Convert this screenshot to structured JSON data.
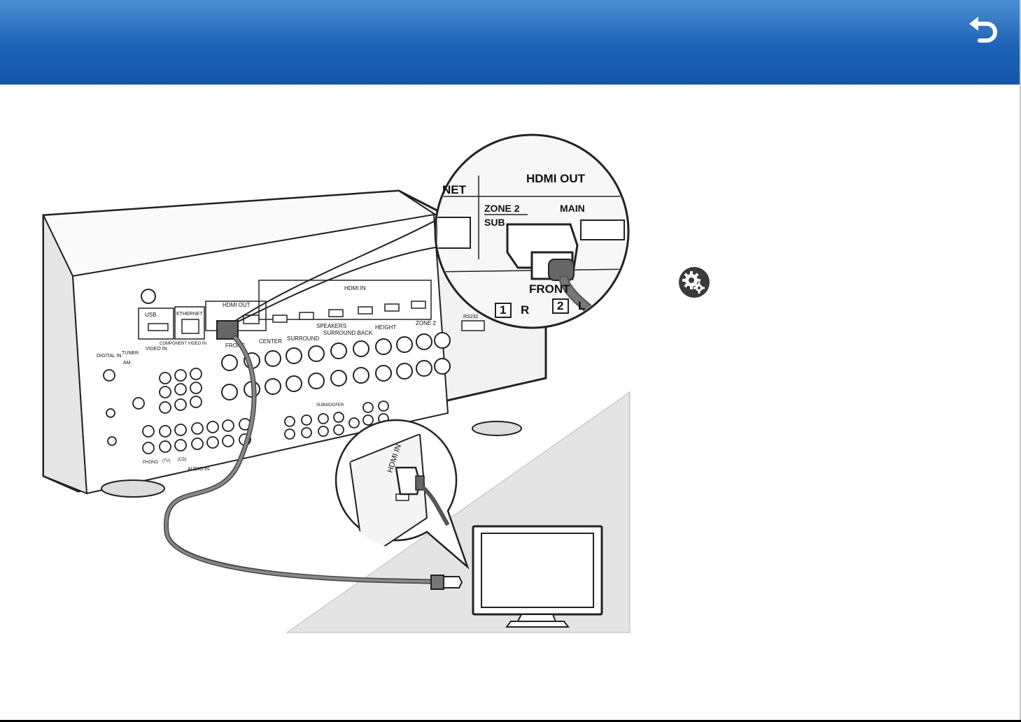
{
  "header": {
    "color": "#1d62b6",
    "back_icon": "back-arrow-icon"
  },
  "diagram": {
    "rear_panel_labels": {
      "usb": "USB",
      "ethernet": "ETHERNET",
      "hdmi_out": "HDMI OUT",
      "hdmi_in": "HDMI IN",
      "speakers": "SPEAKERS",
      "front": "FRONT",
      "center": "CENTER",
      "surround": "SURROUND",
      "surround_back": "SURROUND BACK",
      "height": "HEIGHT",
      "zone2": "ZONE 2",
      "digital_in": "DIGITAL IN",
      "tuner": "TUNER",
      "am": "AM",
      "component_video_in": "COMPONENT VIDEO IN",
      "video_in": "VIDEO IN",
      "audio_in": "AUDIO IN",
      "phono": "PHONO",
      "tv": "(TV)",
      "cd": "(CD)",
      "rs232": "RS232",
      "subwoofer": "SUBWOOFER"
    },
    "zoom_top": {
      "hdmi_out": "HDMI OUT",
      "zone2_sub_line1": "ZONE 2",
      "zone2_sub_line2": "SUB",
      "main": "MAIN",
      "net": "NET",
      "front": "FRONT",
      "num1": "1",
      "r": "R",
      "num2": "2",
      "l": "L"
    },
    "zoom_bottom": {
      "hdmi_in": "HDMI IN"
    }
  },
  "settings_icon": "gear-icon"
}
